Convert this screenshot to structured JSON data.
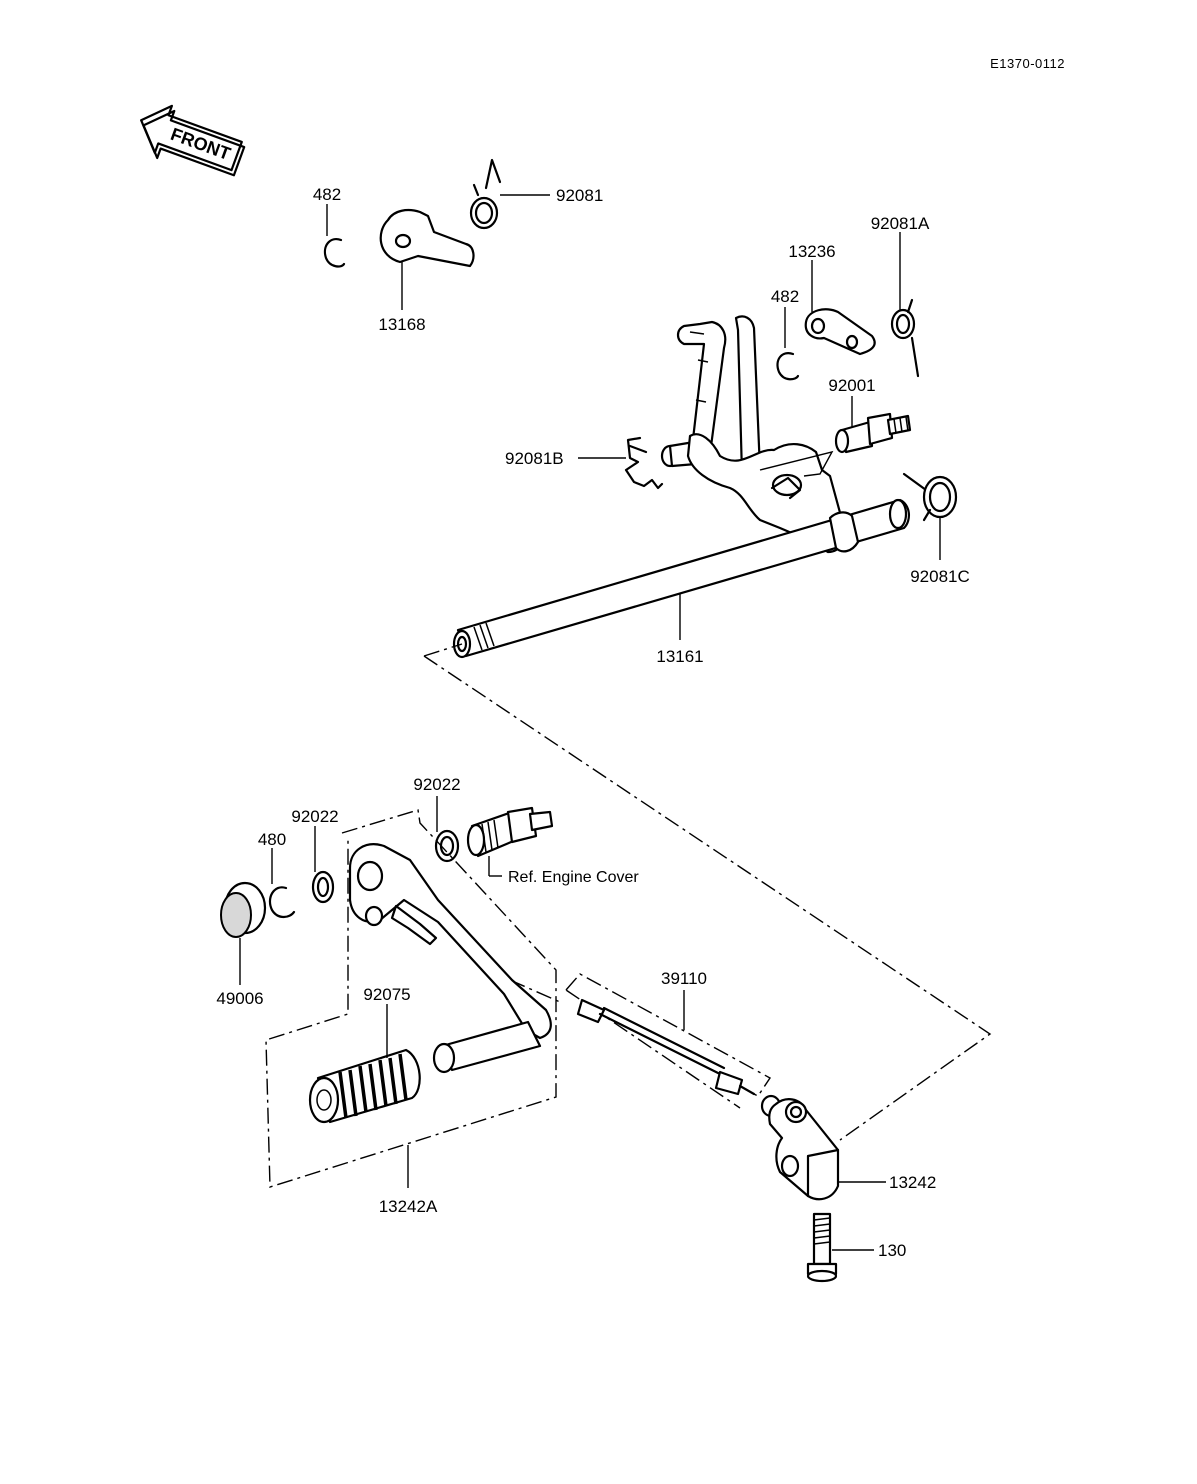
{
  "diagram_code": "E1370-0112",
  "front_label": "FRONT",
  "reference_note": "Ref.  Engine Cover",
  "parts": {
    "p482_top": "482",
    "p13168": "13168",
    "p92081": "92081",
    "p13236": "13236",
    "p92081A": "92081A",
    "p482_mid": "482",
    "p92001": "92001",
    "p92081B": "92081B",
    "p92081C": "92081C",
    "p13161": "13161",
    "p92022_upper": "92022",
    "p92022_lower": "92022",
    "p480": "480",
    "p49006": "49006",
    "p92075": "92075",
    "p39110": "39110",
    "p13242A": "13242A",
    "p13242": "13242",
    "p130": "130"
  }
}
